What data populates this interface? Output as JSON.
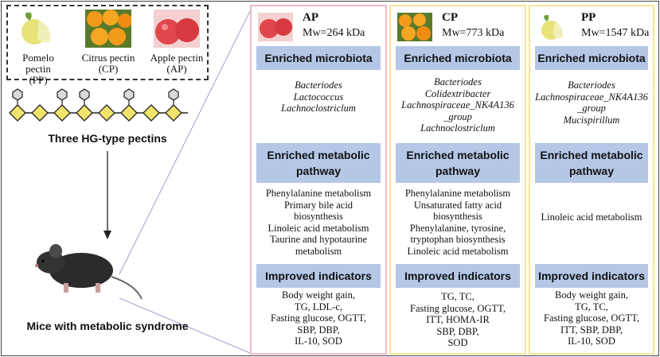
{
  "pectins": {
    "title": "Three HG-type pectins",
    "items": [
      {
        "name": "Pomelo pectin",
        "abbr": "(PP)"
      },
      {
        "name": "Citrus pectin",
        "abbr": "(CP)"
      },
      {
        "name": "Apple pectin",
        "abbr": "(AP)"
      }
    ]
  },
  "mouse_title": "Mice with metabolic syndrome",
  "columns": [
    {
      "abbr": "AP",
      "mw": "Mw=264 kDa",
      "microbiota_header": "Enriched microbiota",
      "microbiota": [
        "Bacteriodes",
        "Lactococcus",
        "Lachnoclostriclum"
      ],
      "pathway_header": [
        "Enriched metabolic",
        "pathway"
      ],
      "pathways": [
        "Phenylalanine metabolism",
        "Primary bile acid",
        "biosynthesis",
        "Linoleic acid metabolism",
        "Taurine and hypotaurine",
        "metabolism"
      ],
      "indicators_header": "Improved indicators",
      "indicators": [
        "Body weight gain,",
        "TG, LDL-c,",
        "Fasting glucose, OGTT,",
        "SBP, DBP,",
        "IL-10, SOD"
      ]
    },
    {
      "abbr": "CP",
      "mw": "Mw=773 kDa",
      "microbiota_header": "Enriched microbiota",
      "microbiota": [
        "Bacteriodes",
        "Colidextribacter",
        "Lachnospiraceae_NK4A136",
        "_group",
        "Lachnoclostriclum"
      ],
      "pathway_header": [
        "Enriched metabolic",
        "pathway"
      ],
      "pathways": [
        "Phenylalanine metabolism",
        "Unsaturated fatty acid",
        "biosynthesis",
        "Phenylalanine, tyrosine,",
        "tryptophan biosynthesis",
        "Linoleic acid metabolism"
      ],
      "indicators_header": "Improved indicators",
      "indicators": [
        "TG, TC,",
        "Fasting glucose, OGTT,",
        "ITT, HOMA-IR",
        "SBP, DBP,",
        "SOD"
      ]
    },
    {
      "abbr": "PP",
      "mw": "Mw=1547 kDa",
      "microbiota_header": "Enriched microbiota",
      "microbiota": [
        "Bacteriodes",
        "Lachnospiraceae_NK4A136",
        "_group",
        "Mucispirillum"
      ],
      "pathway_header": [
        "Enriched metabolic",
        "pathway"
      ],
      "pathways": [
        "Linoleic acid metabolism"
      ],
      "indicators_header": "Improved indicators",
      "indicators": [
        "Body weight gain,",
        "TG, TC,",
        "Fasting glucose, OGTT,",
        "ITT, SBP, DBP,",
        "IL-10, SOD"
      ]
    }
  ],
  "colors": {
    "band": "#b4c7e7",
    "ap_border": "#f2b8c6",
    "cp_pp_border": "#f5e39a"
  }
}
